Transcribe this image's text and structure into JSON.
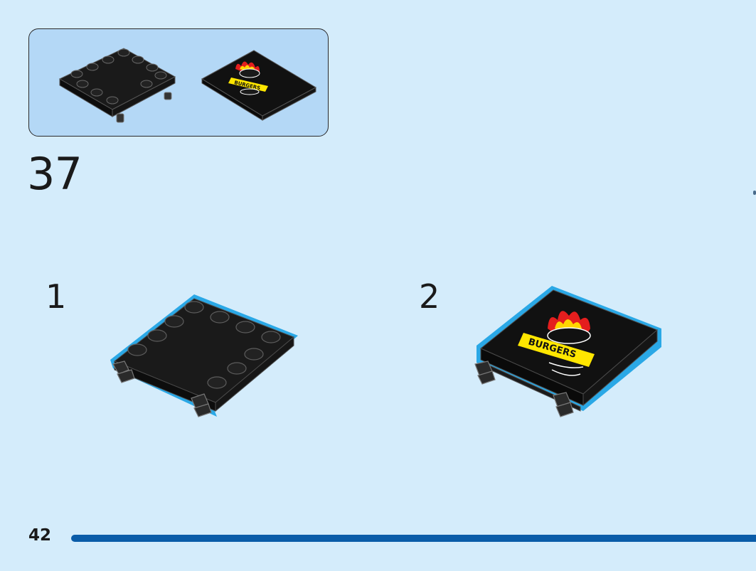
{
  "step": {
    "number": "37"
  },
  "parts_panel": {
    "items": [
      {
        "name": "black 4x4 plate with clips"
      },
      {
        "name": "black 4x4 tile with BURGERS print"
      }
    ]
  },
  "substeps": [
    {
      "label": "1"
    },
    {
      "label": "2"
    }
  ],
  "logo": {
    "text": "BURGERS",
    "colors": {
      "flame_outer": "#e41e1e",
      "flame_inner": "#ffd500",
      "banner": "#ffe600",
      "tile": "#111111"
    }
  },
  "colors": {
    "background": "#d4ecfb",
    "parts_panel": "#b4d8f6",
    "highlight": "#2aa8e6",
    "progress": "#0a5ca8"
  },
  "page": {
    "number": "42"
  }
}
